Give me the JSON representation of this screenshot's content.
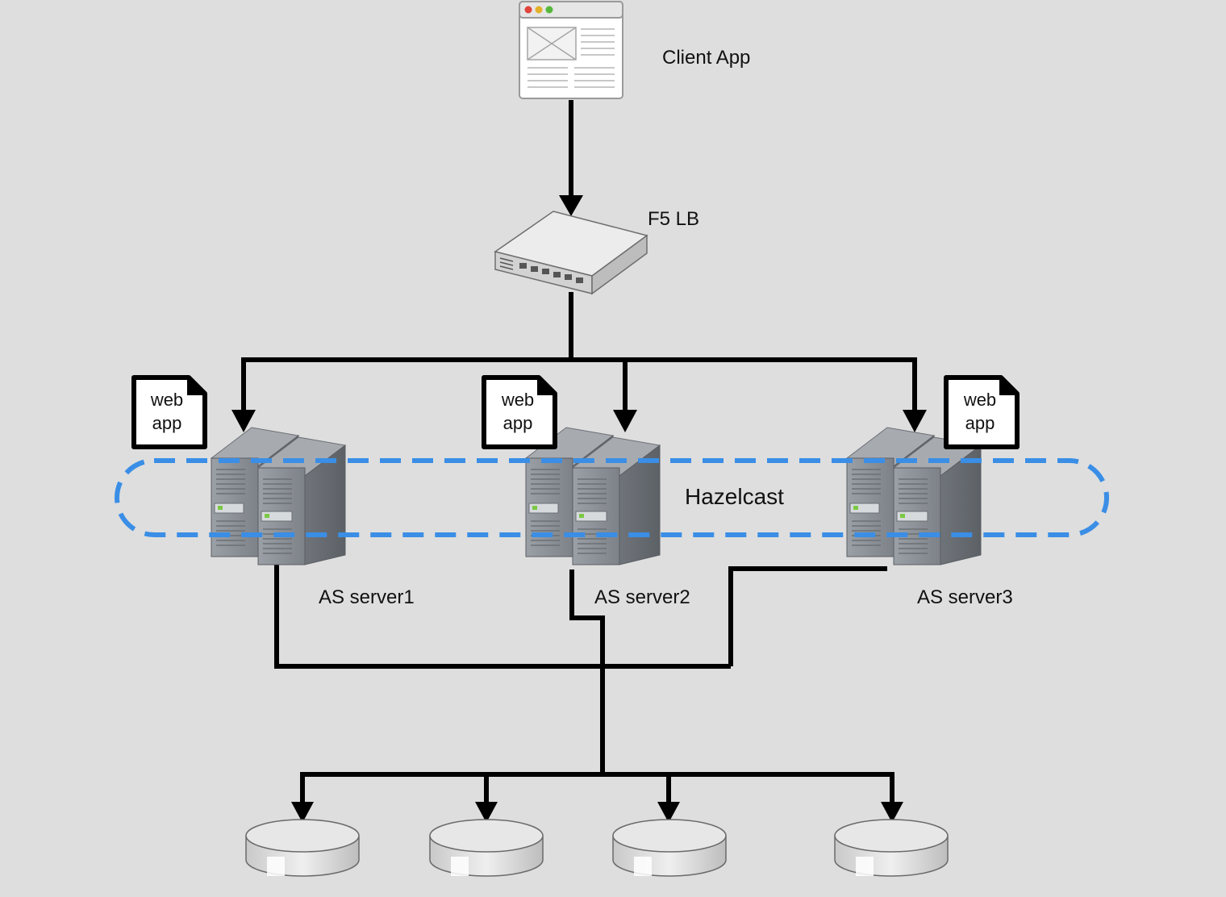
{
  "nodes": {
    "client": {
      "label": "Client App"
    },
    "lb": {
      "label": "F5 LB"
    },
    "cluster": {
      "label": "Hazelcast"
    },
    "servers": [
      {
        "label": "AS server1",
        "webapp_line1": "web",
        "webapp_line2": "app"
      },
      {
        "label": "AS server2",
        "webapp_line1": "web",
        "webapp_line2": "app"
      },
      {
        "label": "AS server3",
        "webapp_line1": "web",
        "webapp_line2": "app"
      }
    ],
    "disks": [
      {},
      {},
      {},
      {}
    ]
  },
  "colors": {
    "background": "#dedede",
    "line": "#000000",
    "cluster_dash": "#3a8ee6",
    "server_body": "#8c9096",
    "disk_body": "#d8d8d8"
  },
  "icons": [
    "browser-window-icon",
    "network-switch-icon",
    "server-tower-icon",
    "document-icon",
    "disk-drive-icon"
  ]
}
